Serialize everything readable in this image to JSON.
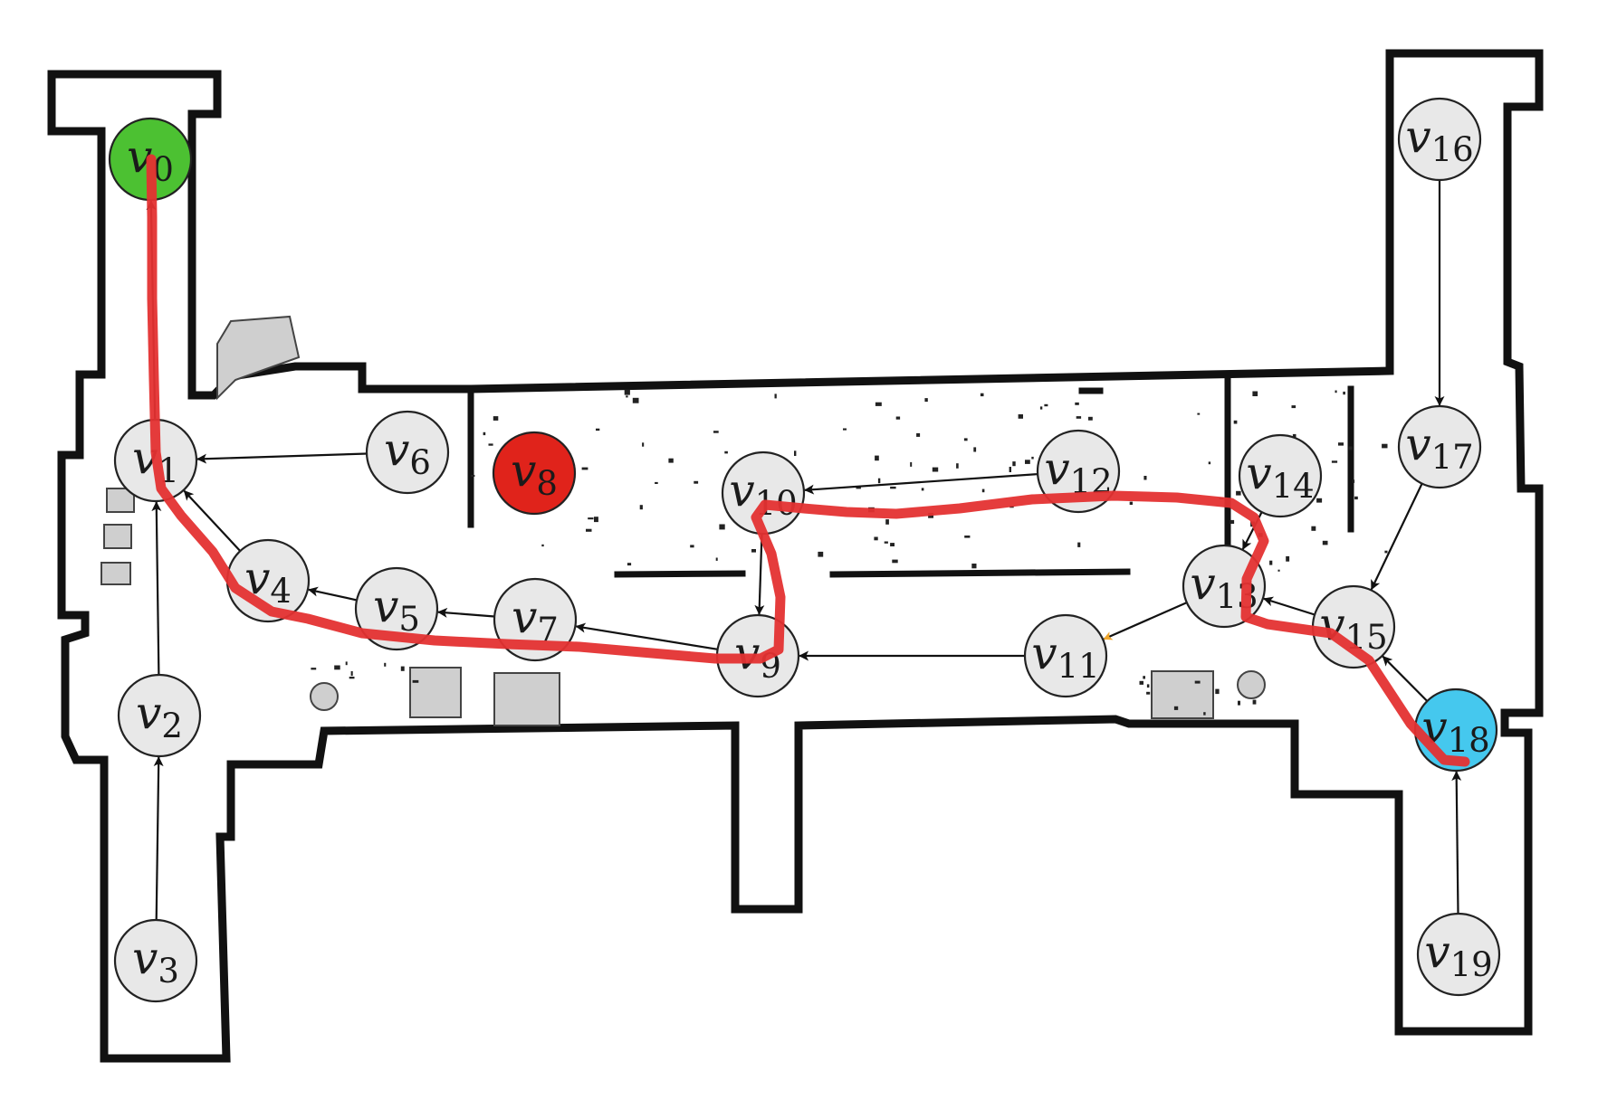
{
  "colors": {
    "node_default": "#e8e8e8",
    "start": "#4cc132",
    "goal": "#45c8ee",
    "blocked": "#e0231b",
    "route": "#e43232",
    "edge": "#111111",
    "highlight_edge": "#f0a830"
  },
  "nodes": [
    {
      "id": "v0",
      "base": "v",
      "sub": "0",
      "role": "start"
    },
    {
      "id": "v1",
      "base": "v",
      "sub": "1",
      "role": "default"
    },
    {
      "id": "v2",
      "base": "v",
      "sub": "2",
      "role": "default"
    },
    {
      "id": "v3",
      "base": "v",
      "sub": "3",
      "role": "default"
    },
    {
      "id": "v4",
      "base": "v",
      "sub": "4",
      "role": "default"
    },
    {
      "id": "v5",
      "base": "v",
      "sub": "5",
      "role": "default"
    },
    {
      "id": "v6",
      "base": "v",
      "sub": "6",
      "role": "default"
    },
    {
      "id": "v7",
      "base": "v",
      "sub": "7",
      "role": "default"
    },
    {
      "id": "v8",
      "base": "v",
      "sub": "8",
      "role": "blocked"
    },
    {
      "id": "v9",
      "base": "v",
      "sub": "9",
      "role": "default"
    },
    {
      "id": "v10",
      "base": "v",
      "sub": "10",
      "role": "default"
    },
    {
      "id": "v11",
      "base": "v",
      "sub": "11",
      "role": "default"
    },
    {
      "id": "v12",
      "base": "v",
      "sub": "12",
      "role": "default"
    },
    {
      "id": "v13",
      "base": "v",
      "sub": "13",
      "role": "default"
    },
    {
      "id": "v14",
      "base": "v",
      "sub": "14",
      "role": "default"
    },
    {
      "id": "v15",
      "base": "v",
      "sub": "15",
      "role": "default"
    },
    {
      "id": "v16",
      "base": "v",
      "sub": "16",
      "role": "default"
    },
    {
      "id": "v17",
      "base": "v",
      "sub": "17",
      "role": "default"
    },
    {
      "id": "v18",
      "base": "v",
      "sub": "18",
      "role": "goal"
    },
    {
      "id": "v19",
      "base": "v",
      "sub": "19",
      "role": "default"
    }
  ],
  "edges": [
    {
      "from": "v1",
      "to": "v0"
    },
    {
      "from": "v2",
      "to": "v1"
    },
    {
      "from": "v3",
      "to": "v2"
    },
    {
      "from": "v4",
      "to": "v1"
    },
    {
      "from": "v6",
      "to": "v1"
    },
    {
      "from": "v5",
      "to": "v4"
    },
    {
      "from": "v7",
      "to": "v5"
    },
    {
      "from": "v9",
      "to": "v7"
    },
    {
      "from": "v10",
      "to": "v9"
    },
    {
      "from": "v12",
      "to": "v10"
    },
    {
      "from": "v11",
      "to": "v9"
    },
    {
      "from": "v13",
      "to": "v11",
      "highlight": true
    },
    {
      "from": "v14",
      "to": "v13"
    },
    {
      "from": "v15",
      "to": "v13"
    },
    {
      "from": "v17",
      "to": "v15"
    },
    {
      "from": "v16",
      "to": "v17"
    },
    {
      "from": "v18",
      "to": "v15"
    },
    {
      "from": "v19",
      "to": "v18"
    }
  ],
  "route": [
    "v18",
    "v15",
    "v13",
    "v14",
    "v12",
    "v10",
    "v9",
    "v7",
    "v5",
    "v4",
    "v1",
    "v0"
  ]
}
